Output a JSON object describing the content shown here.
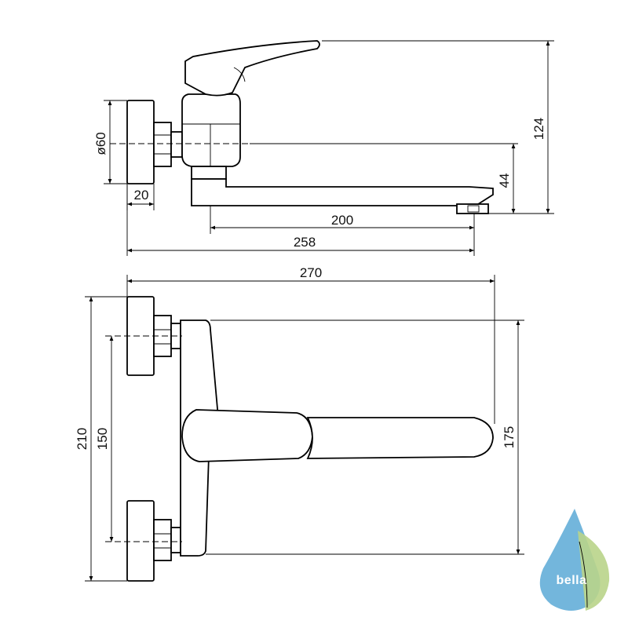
{
  "drawing": {
    "side_view": {
      "dimensions": {
        "diameter": "ø60",
        "flange_width": "20",
        "spout_length": "200",
        "overall_depth": "258",
        "height_total": "124",
        "spout_height": "44"
      }
    },
    "top_view": {
      "dimensions": {
        "overall_width": "270",
        "total_height": "210",
        "connection_spacing": "150",
        "spout_reach": "175"
      }
    }
  },
  "logo": {
    "text": "bella",
    "colors": {
      "drop": "#5aa9d6",
      "leaf": "#b9d48a"
    }
  }
}
